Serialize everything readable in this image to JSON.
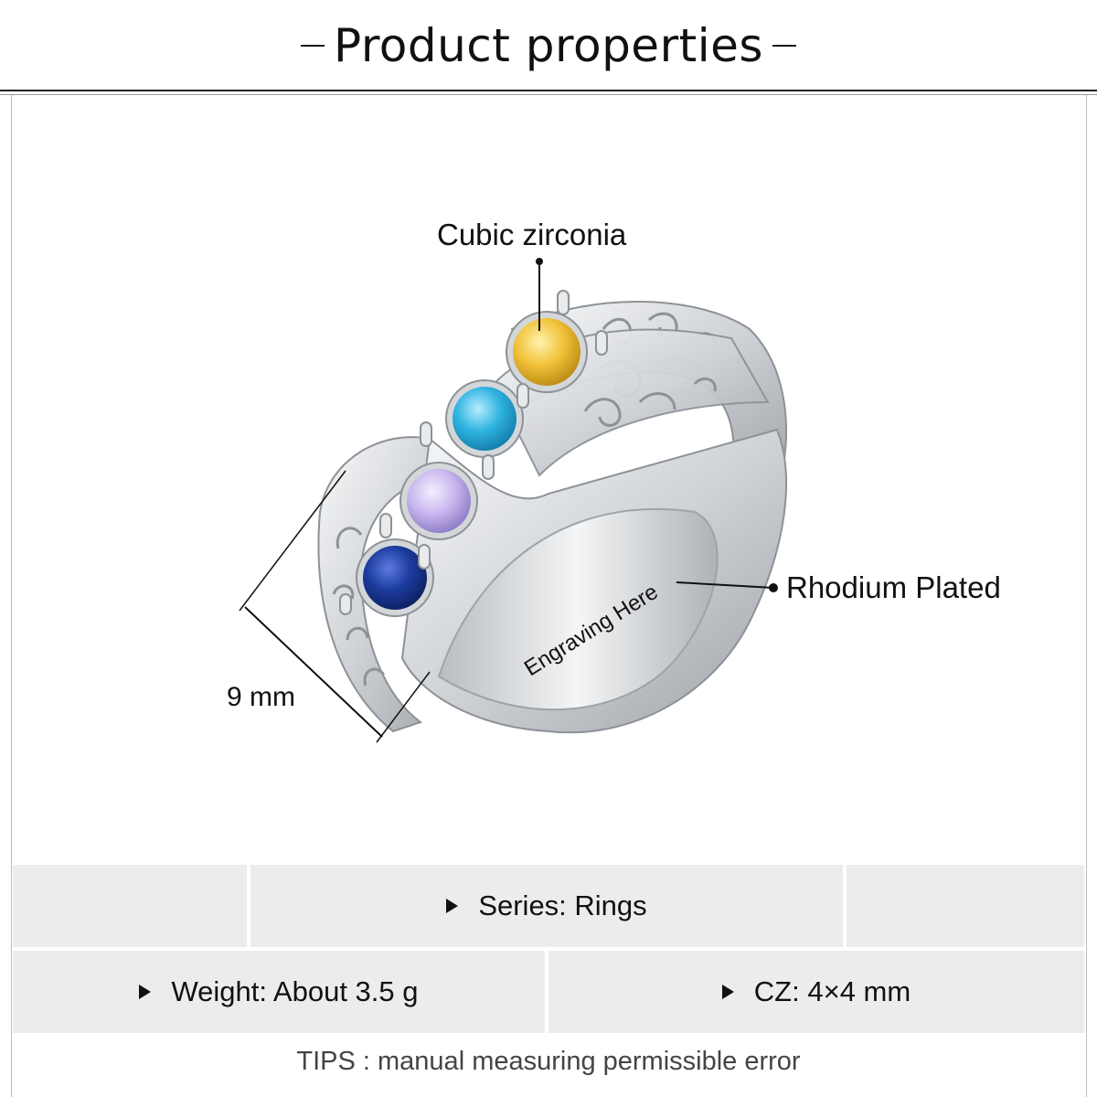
{
  "header": {
    "title": "Product properties"
  },
  "callouts": {
    "stone": "Cubic zirconia",
    "plating": "Rhodium Plated",
    "width": "9 mm",
    "engraving": "Engraving Here"
  },
  "specs": {
    "series": "Series: Rings",
    "weight": "Weight: About 3.5 g",
    "cz": "CZ: 4×4 mm"
  },
  "tips": "TIPS : manual measuring permissible error",
  "colors": {
    "stone_yellow": "#f2c23a",
    "stone_aqua": "#2fb4e0",
    "stone_lavender": "#c9b8ef",
    "stone_blue": "#1c3b9e",
    "metal": "#d9dbde",
    "panel": "#ececec"
  }
}
